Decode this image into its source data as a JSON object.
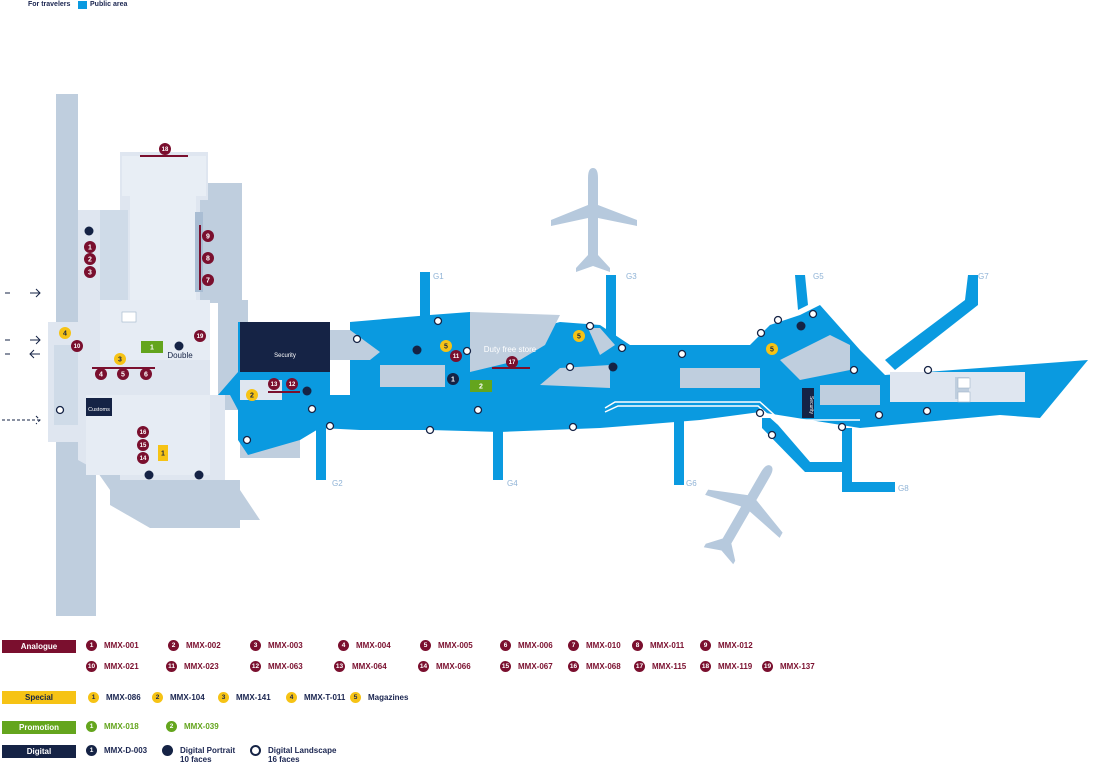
{
  "legend_top": {
    "for_travelers": "For travelers",
    "public_area": "Public area"
  },
  "colors": {
    "public": "#0a9ae0",
    "building": "#bfcede",
    "light": "#dfe6f0",
    "analogue": "#7a0f2e",
    "special": "#f6c315",
    "promotion": "#64a51d",
    "digital": "#152345"
  },
  "gates": [
    "G1",
    "G2",
    "G3",
    "G4",
    "G5",
    "G6",
    "G7",
    "G8"
  ],
  "labels": {
    "security1": "Security",
    "security2": "Security",
    "customs": "Customs",
    "duty_free": "Duty free store",
    "double": "Double"
  },
  "map_markers": {
    "analogue": [
      "1",
      "2",
      "3",
      "4",
      "5",
      "6",
      "7",
      "8",
      "9",
      "10",
      "11",
      "12",
      "13",
      "14",
      "15",
      "16",
      "17",
      "18",
      "19"
    ],
    "special": [
      "1",
      "2",
      "3",
      "4",
      "5",
      "5",
      "5",
      "5"
    ],
    "promotion": [
      "1",
      "2"
    ],
    "digital": [
      "1"
    ]
  },
  "legend": {
    "analogue": {
      "label": "Analogue",
      "items": [
        {
          "n": "1",
          "code": "MMX-001"
        },
        {
          "n": "2",
          "code": "MMX-002"
        },
        {
          "n": "3",
          "code": "MMX-003"
        },
        {
          "n": "4",
          "code": "MMX-004"
        },
        {
          "n": "5",
          "code": "MMX-005"
        },
        {
          "n": "6",
          "code": "MMX-006"
        },
        {
          "n": "7",
          "code": "MMX-010"
        },
        {
          "n": "8",
          "code": "MMX-011"
        },
        {
          "n": "9",
          "code": "MMX-012"
        },
        {
          "n": "10",
          "code": "MMX-021"
        },
        {
          "n": "11",
          "code": "MMX-023"
        },
        {
          "n": "12",
          "code": "MMX-063"
        },
        {
          "n": "13",
          "code": "MMX-064"
        },
        {
          "n": "14",
          "code": "MMX-066"
        },
        {
          "n": "15",
          "code": "MMX-067"
        },
        {
          "n": "16",
          "code": "MMX-068"
        },
        {
          "n": "17",
          "code": "MMX-115"
        },
        {
          "n": "18",
          "code": "MMX-119"
        },
        {
          "n": "19",
          "code": "MMX-137"
        }
      ]
    },
    "special": {
      "label": "Special",
      "items": [
        {
          "n": "1",
          "code": "MMX-086"
        },
        {
          "n": "2",
          "code": "MMX-104"
        },
        {
          "n": "3",
          "code": "MMX-141"
        },
        {
          "n": "4",
          "code": "MMX-T-011"
        },
        {
          "n": "5",
          "code": "Magazines"
        }
      ]
    },
    "promotion": {
      "label": "Promotion",
      "items": [
        {
          "n": "1",
          "code": "MMX-018"
        },
        {
          "n": "2",
          "code": "MMX-039"
        }
      ]
    },
    "digital": {
      "label": "Digital",
      "items": [
        {
          "n": "1",
          "code": "MMX-D-003"
        },
        {
          "n": "",
          "code": "Digital Portrait",
          "sub": "10 faces"
        },
        {
          "n": "",
          "code": "Digital Landscape",
          "sub": "16  faces"
        }
      ]
    }
  }
}
